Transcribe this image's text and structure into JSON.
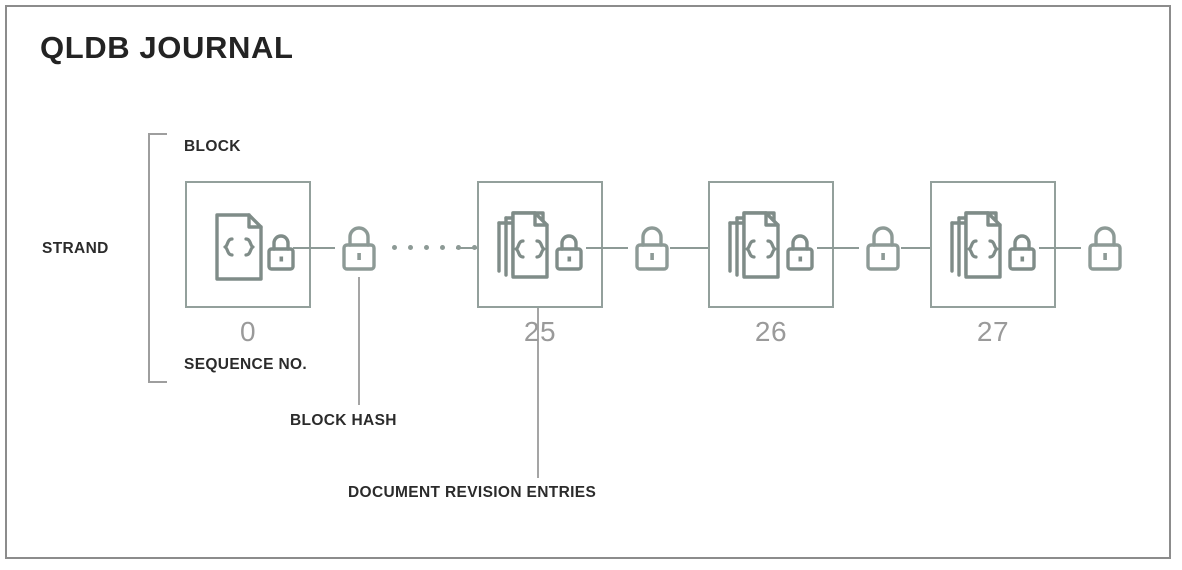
{
  "diagram": {
    "title": "QLDB JOURNAL",
    "labels": {
      "strand": "STRAND",
      "block": "BLOCK",
      "sequence_no": "SEQUENCE NO.",
      "block_hash": "BLOCK HASH",
      "document_revision_entries": "DOCUMENT REVISION ENTRIES"
    },
    "colors": {
      "frame_border": "#8c8c8c",
      "icon_stroke": "#7f8c88",
      "box_border": "#93a09c",
      "connector": "#8d9a96",
      "sequence_number_text": "#9a9a9a",
      "label_text": "#2b2b2b",
      "title_text": "#232323",
      "background": "#ffffff"
    },
    "blocks": [
      {
        "sequence_no": "0",
        "icon": "document-lock-icon",
        "stacked": false
      },
      {
        "sequence_no": "25",
        "icon": "stacked-documents-lock-icon",
        "stacked": true
      },
      {
        "sequence_no": "26",
        "icon": "stacked-documents-lock-icon",
        "stacked": true
      },
      {
        "sequence_no": "27",
        "icon": "stacked-documents-lock-icon",
        "stacked": true
      }
    ],
    "hash_locks": 4,
    "elision_dots": 6,
    "icon_names": {
      "lock": "lock-icon",
      "document": "document-icon",
      "stacked_documents": "stacked-documents-icon"
    }
  }
}
